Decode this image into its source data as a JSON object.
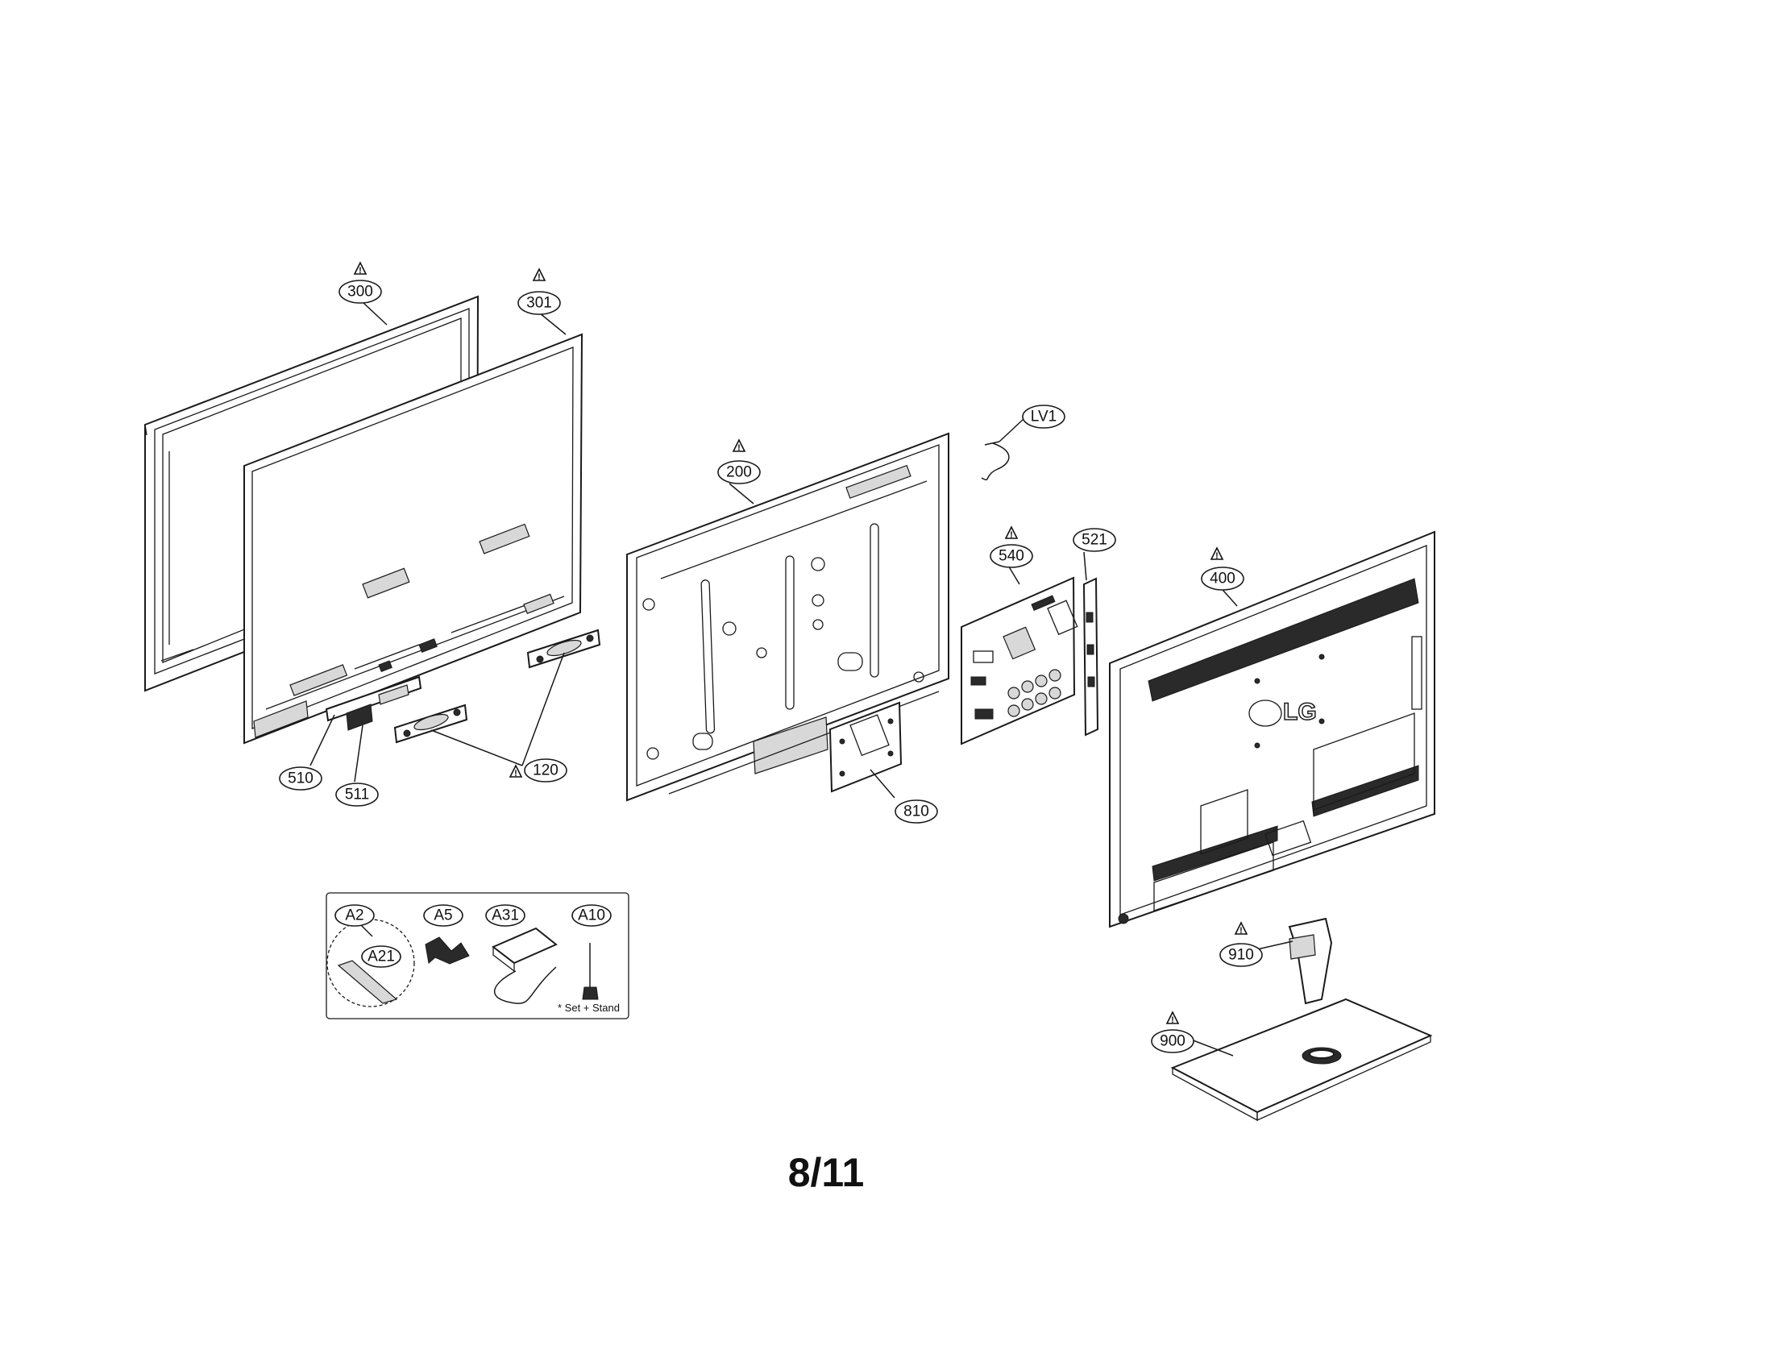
{
  "callouts": {
    "c300": "300",
    "c301": "301",
    "c200": "200",
    "clv1": "LV1",
    "c540": "540",
    "c521": "521",
    "c400": "400",
    "c510": "510",
    "c511": "511",
    "c120": "120",
    "c810": "810",
    "c910": "910",
    "c900": "900",
    "ca2": "A2",
    "ca21": "A21",
    "ca5": "A5",
    "ca31": "A31",
    "ca10": "A10"
  },
  "accessories_note": "* Set + Stand",
  "logo_text": "LG",
  "page_number": "8/11",
  "warning_icon": "warning-triangle-icon"
}
